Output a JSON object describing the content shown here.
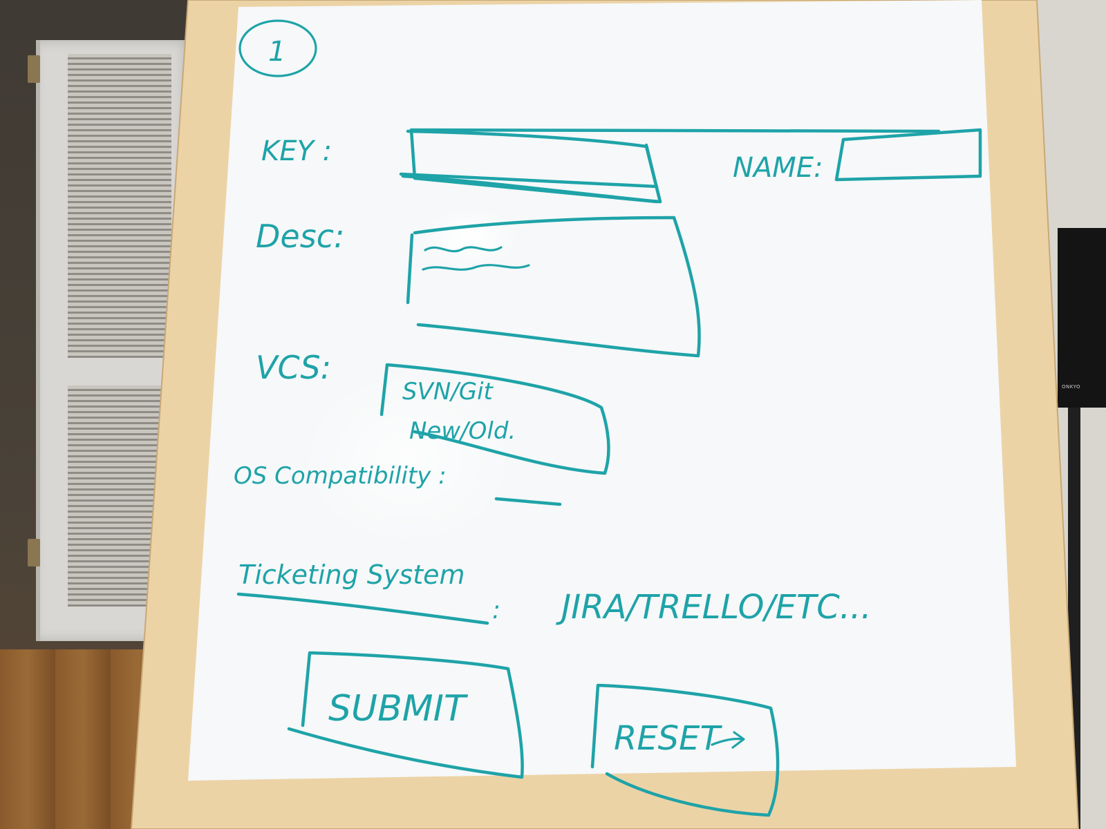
{
  "sketch": {
    "page_number": "1",
    "fields": {
      "key_label": "KEY :",
      "name_label": "NAME:",
      "desc_label": "Desc:",
      "vcs_label": "VCS:",
      "vcs_line1": "SVN/Git",
      "vcs_line2": "New/Old.",
      "os_label": "OS Compatibility :",
      "ticketing_label": "Ticketing System",
      "ticketing_colon": ":",
      "ticketing_value": "JIRA/TRELLO/ETC..."
    },
    "buttons": {
      "submit_label": "SUBMIT",
      "reset_label": "RESET"
    }
  },
  "environment": {
    "speaker_brand": "ONKYO"
  },
  "colors": {
    "marker": "#1ea3a8",
    "board": "#f6f8f9",
    "frame": "#ecd3a6"
  }
}
